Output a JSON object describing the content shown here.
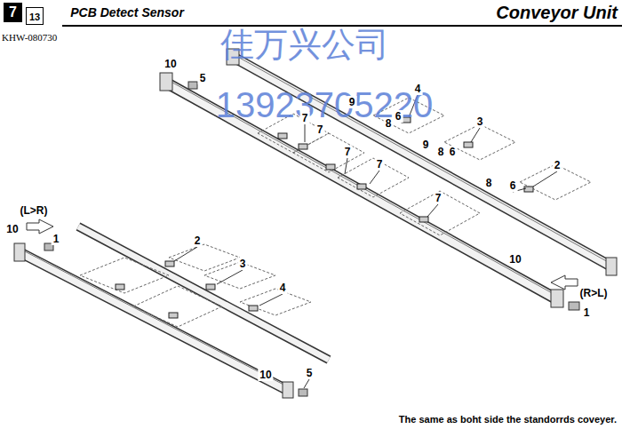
{
  "diagram": {
    "title": "PCB Detect Sensor",
    "caption": "The same as boht side the standorrds coveyer.",
    "nodes": [
      {
        "text": [
          "7"
        ]
      },
      {
        "text": [
          "13"
        ]
      }
    ],
    "labels": [
      "Conveyor Unit",
      "KHW-080730",
      "佳万兴公司",
      "13923705220",
      "10",
      "5",
      "4",
      "9",
      "8",
      "6",
      "7",
      "7",
      "3",
      "9",
      "8",
      "6",
      "7",
      "7",
      "2",
      "8",
      "6",
      "7",
      "10",
      "(R>L)",
      "1",
      "(L>R)",
      "10",
      "1",
      "2",
      "3",
      "4",
      "10",
      "5"
    ]
  }
}
